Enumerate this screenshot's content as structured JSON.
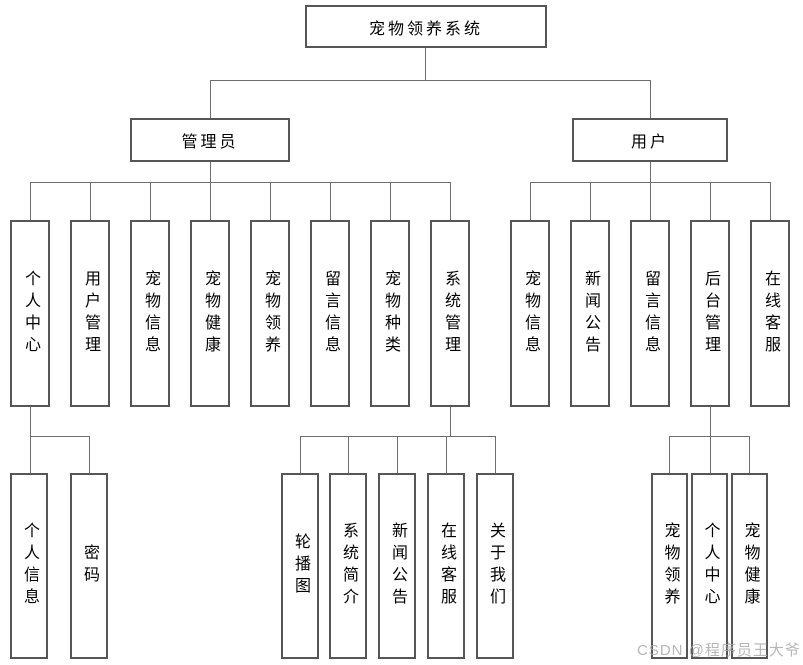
{
  "diagram": {
    "type": "hierarchy-structure-diagram",
    "root": "宠物领养系统",
    "admin": {
      "label": "管理员",
      "children": [
        "个人中心",
        "用户管理",
        "宠物信息",
        "宠物健康",
        "宠物领养",
        "留言信息",
        "宠物种类",
        "系统管理"
      ]
    },
    "user": {
      "label": "用户",
      "children": [
        "宠物信息",
        "新闻公告",
        "留言信息",
        "后台管理",
        "在线客服"
      ]
    },
    "personal_center_children": [
      "个人信息",
      "密码"
    ],
    "system_mgmt_children": [
      "轮播图",
      "系统简介",
      "新闻公告",
      "在线客服",
      "关于我们"
    ],
    "backend_mgmt_children": [
      "宠物领养",
      "个人中心",
      "宠物健康"
    ]
  },
  "watermark": "CSDN @程序员王大爷",
  "colors": {
    "background": "#ffffff",
    "box_border": "#565656",
    "connector_line": "#6e6e6e",
    "text": "#000000",
    "watermark_text": "#aaaaaa"
  }
}
